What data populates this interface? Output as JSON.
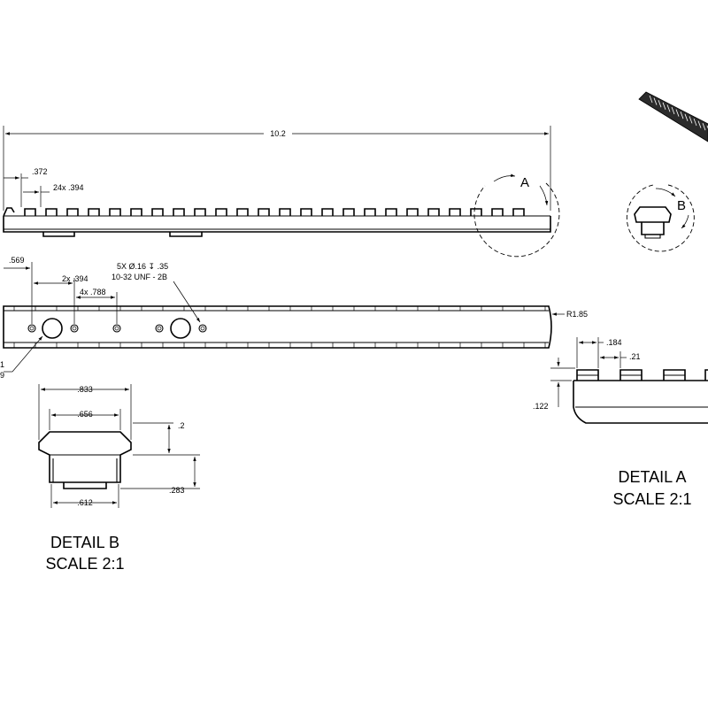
{
  "drawing": {
    "top_view": {
      "overall_length": "10.2",
      "first_slot_offset": ".372",
      "slot_pitch": "24x .394",
      "detail_callout": "A"
    },
    "side_view": {
      "hole_offset": ".569",
      "hole_pitch_small": "2x .394",
      "hole_pitch_large": "4x .788",
      "hole_note_line1": "5X Ø.16 ↧ .35",
      "hole_note_line2": "10-32 UNF - 2B",
      "radius": "R1.85",
      "leader_partial_1": "1",
      "leader_partial_2": "9"
    },
    "iso_view": {
      "detail_callout": "B"
    },
    "detail_a": {
      "slot_width": ".184",
      "slot_spacing": ".21",
      "slot_depth": ".122",
      "title": "DETAIL A",
      "scale": "SCALE 2:1"
    },
    "detail_b": {
      "top_width": ".833",
      "top_flat_width": ".656",
      "bevel_height": ".2",
      "body_height": ".283",
      "bottom_width": ".612",
      "title": "DETAIL B",
      "scale": "SCALE 2:1"
    }
  }
}
